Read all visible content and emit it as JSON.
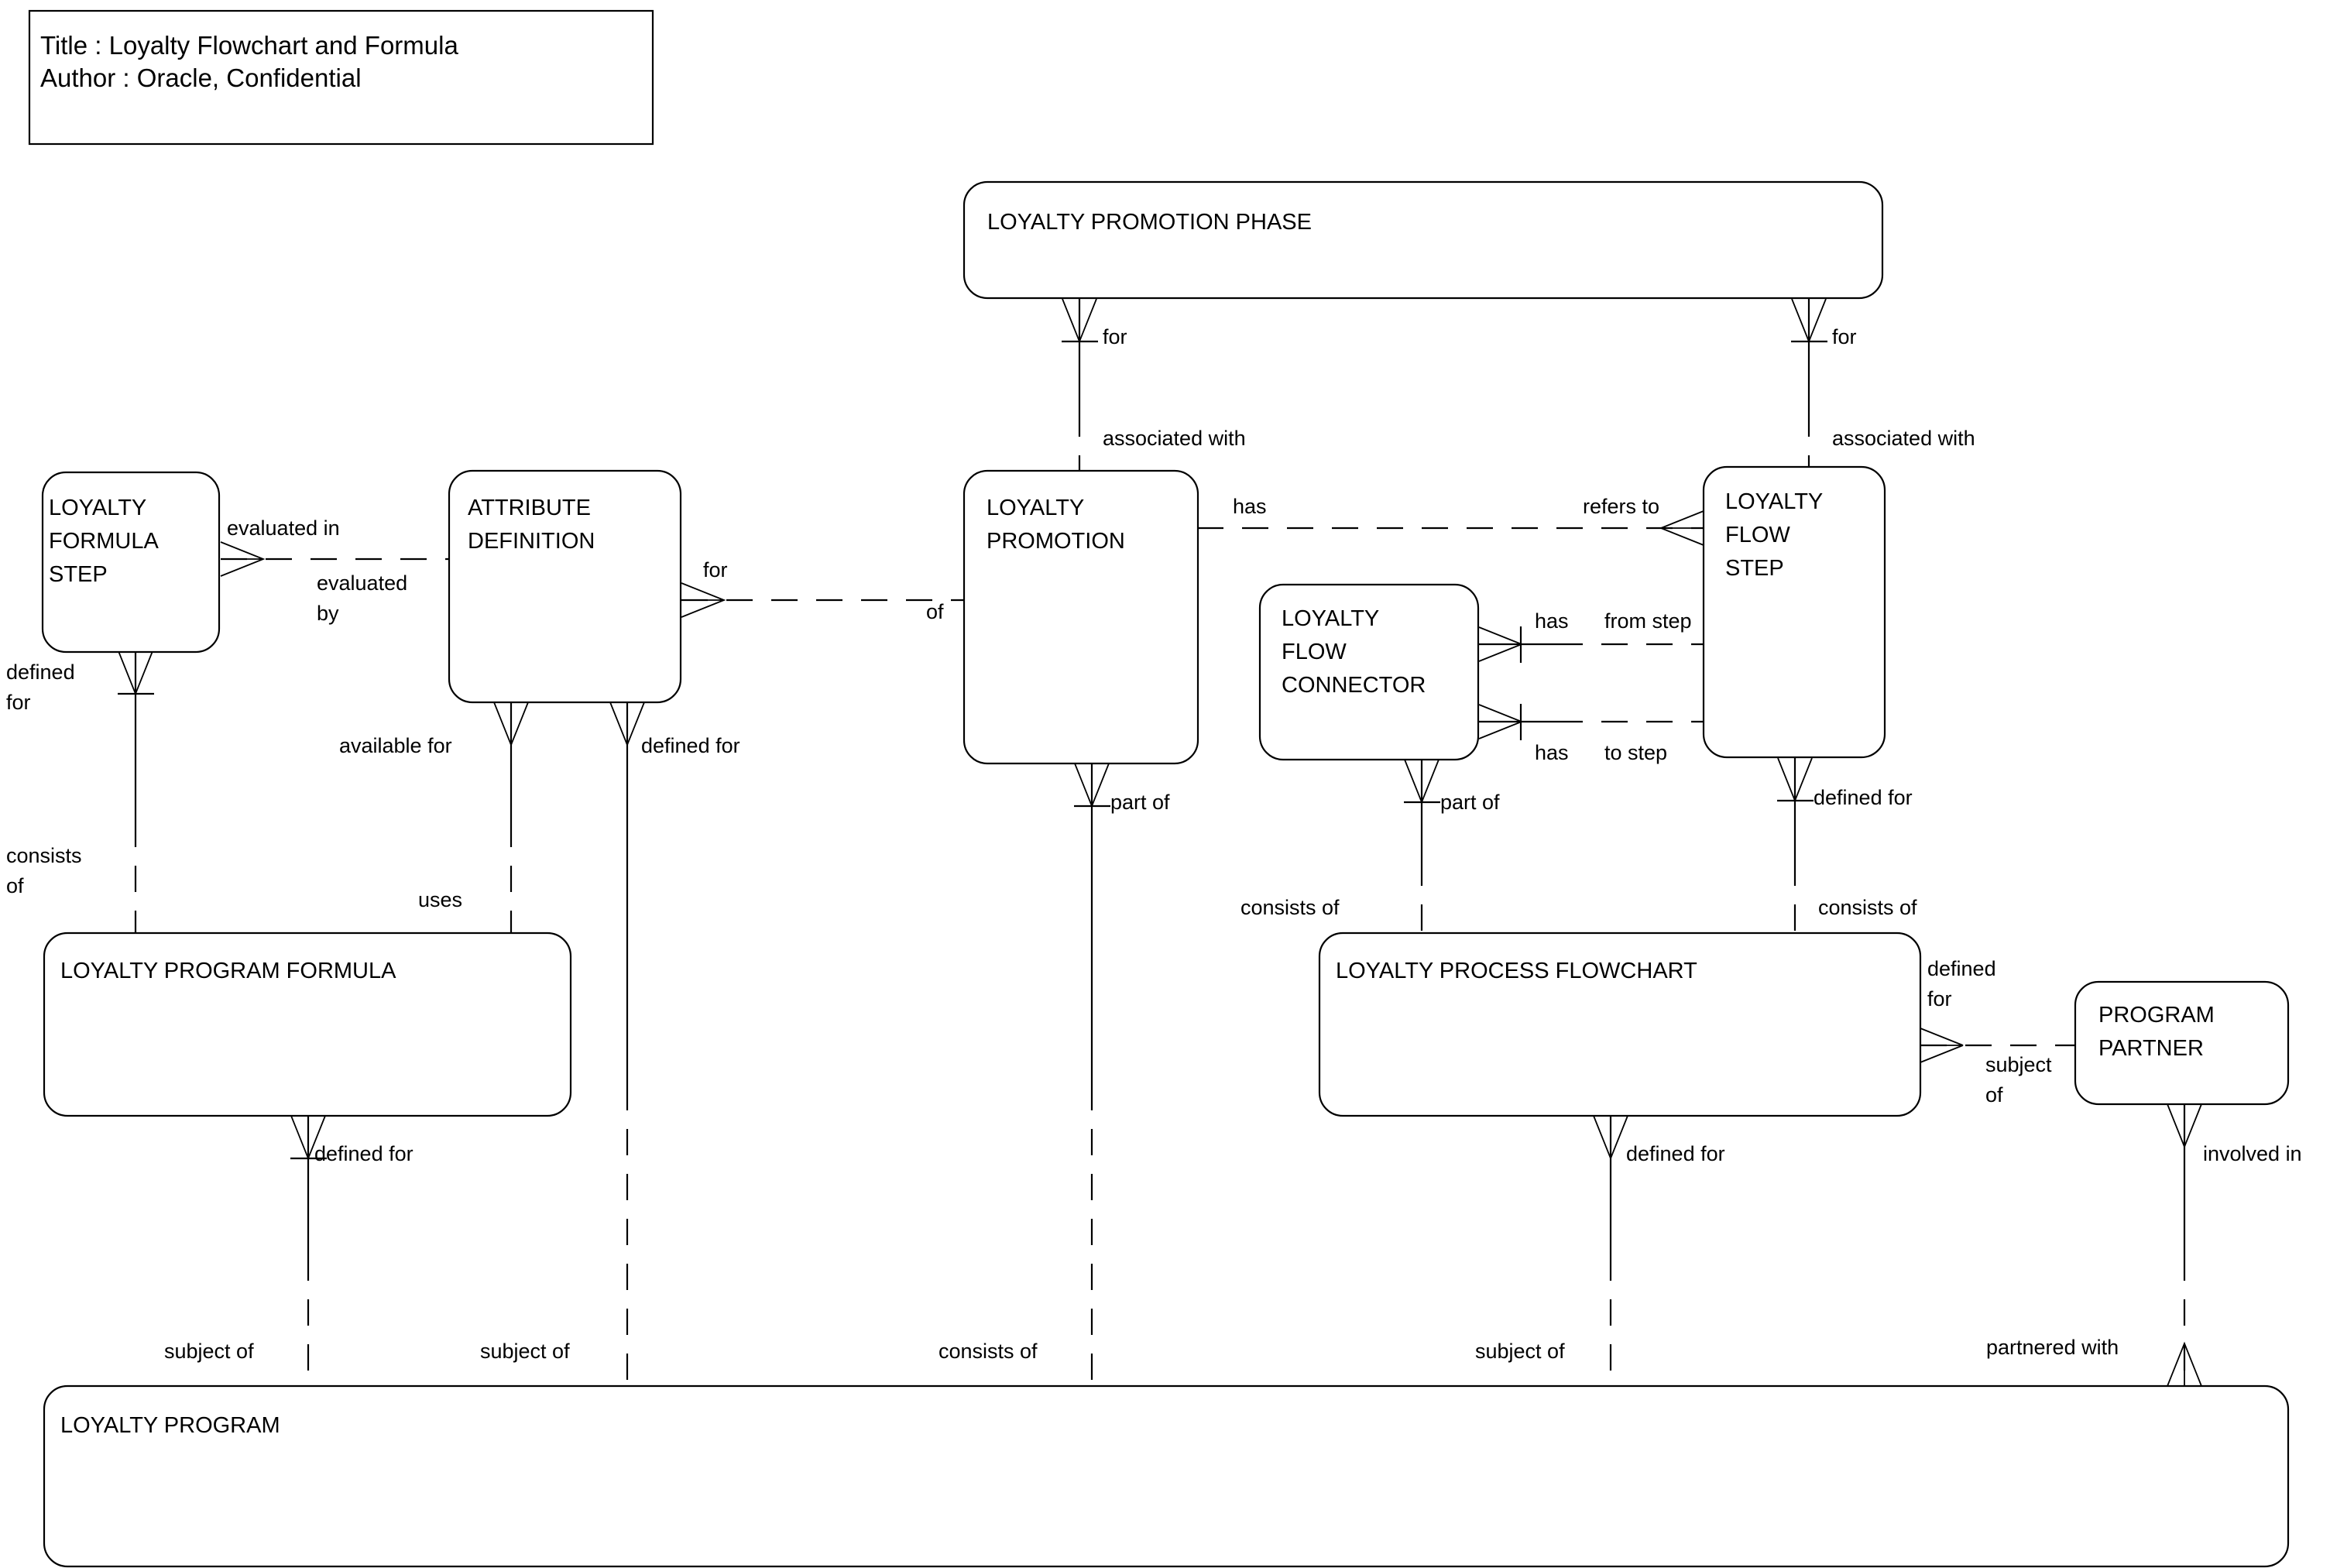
{
  "title_block": {
    "line1": "Title : Loyalty Flowchart and Formula",
    "line2": "Author : Oracle, Confidential"
  },
  "entities": {
    "loyalty_formula_step": {
      "line1": "LOYALTY",
      "line2": "FORMULA",
      "line3": "STEP"
    },
    "attribute_definition": {
      "line1": "ATTRIBUTE",
      "line2": "DEFINITION"
    },
    "loyalty_promotion_phase": {
      "line1": "LOYALTY PROMOTION PHASE"
    },
    "loyalty_promotion": {
      "line1": "LOYALTY",
      "line2": "PROMOTION"
    },
    "loyalty_flow_step": {
      "line1": "LOYALTY",
      "line2": "FLOW",
      "line3": "STEP"
    },
    "loyalty_flow_connector": {
      "line1": "LOYALTY",
      "line2": "FLOW",
      "line3": "CONNECTOR"
    },
    "loyalty_program_formula": {
      "line1": "LOYALTY PROGRAM FORMULA"
    },
    "loyalty_process_flowchart": {
      "line1": "LOYALTY PROCESS FLOWCHART"
    },
    "program_partner": {
      "line1": "PROGRAM",
      "line2": "PARTNER"
    },
    "loyalty_program": {
      "line1": "LOYALTY PROGRAM"
    }
  },
  "relationships": {
    "evaluated_in": "evaluated in",
    "evaluated_by_l1": "evaluated",
    "evaluated_by_l2": "by",
    "formula_step_defined_for_l1": "defined",
    "formula_step_defined_for_l2": "for",
    "formula_consists_of_l1": "consists",
    "formula_consists_of_l2": "of",
    "attr_available_for": "available for",
    "attr_defined_for": "defined for",
    "attr_for": "for",
    "promotion_of": "of",
    "uses": "uses",
    "phase_for_left": "for",
    "phase_for_right": "for",
    "assoc_with_left": "associated with",
    "assoc_with_right": "associated with",
    "promotion_has": "has",
    "flowstep_refers_to": "refers to",
    "connector_has_top": "has",
    "from_step": "from step",
    "connector_has_bottom": "has",
    "to_step": "to step",
    "promotion_part_of": "part of",
    "connector_part_of": "part of",
    "flowstep_defined_for": "defined for",
    "flowchart_consists_of_left": "consists of",
    "flowchart_consists_of_right": "consists of",
    "flowchart_defined_for_side_l1": "defined",
    "flowchart_defined_for_side_l2": "for",
    "partner_subject_of_l1": "subject",
    "partner_subject_of_l2": "of",
    "program_formula_defined_for": "defined for",
    "flowchart_defined_for_bottom": "defined for",
    "partner_involved_in": "involved in",
    "program_subject_of_1": "subject of",
    "program_subject_of_2": "subject of",
    "program_consists_of": "consists of",
    "program_subject_of_3": "subject of",
    "program_partnered_with": "partnered with"
  },
  "colors": {
    "stroke": "#000000",
    "fill": "#ffffff"
  }
}
